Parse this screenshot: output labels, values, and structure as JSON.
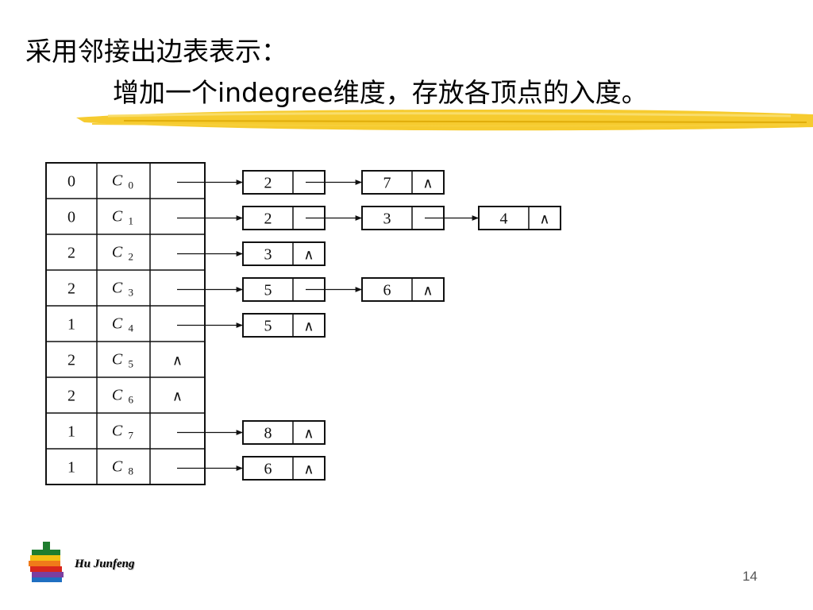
{
  "slide": {
    "title": "采用邻接出边表表示：",
    "subtitle": "增加一个indegree维度，存放各顶点的入度。",
    "author": "Hu Junfeng",
    "page_number": "14"
  },
  "diagram": {
    "null_symbol": "∧",
    "rows": [
      {
        "indegree": "0",
        "vertex": "C",
        "sub": "0",
        "edges": [
          "2",
          "7"
        ]
      },
      {
        "indegree": "0",
        "vertex": "C",
        "sub": "1",
        "edges": [
          "2",
          "3",
          "4"
        ]
      },
      {
        "indegree": "2",
        "vertex": "C",
        "sub": "2",
        "edges": [
          "3"
        ]
      },
      {
        "indegree": "2",
        "vertex": "C",
        "sub": "3",
        "edges": [
          "5",
          "6"
        ]
      },
      {
        "indegree": "1",
        "vertex": "C",
        "sub": "4",
        "edges": [
          "5"
        ]
      },
      {
        "indegree": "2",
        "vertex": "C",
        "sub": "5",
        "edges": []
      },
      {
        "indegree": "2",
        "vertex": "C",
        "sub": "6",
        "edges": []
      },
      {
        "indegree": "1",
        "vertex": "C",
        "sub": "7",
        "edges": [
          "8"
        ]
      },
      {
        "indegree": "1",
        "vertex": "C",
        "sub": "8",
        "edges": [
          "6"
        ]
      }
    ]
  },
  "colors": {
    "brush_yellow": "#f5c518",
    "logo": [
      "#1e7d2e",
      "#f2c012",
      "#f07a1a",
      "#d9261c",
      "#7b3fa0",
      "#1f6fc1"
    ]
  }
}
